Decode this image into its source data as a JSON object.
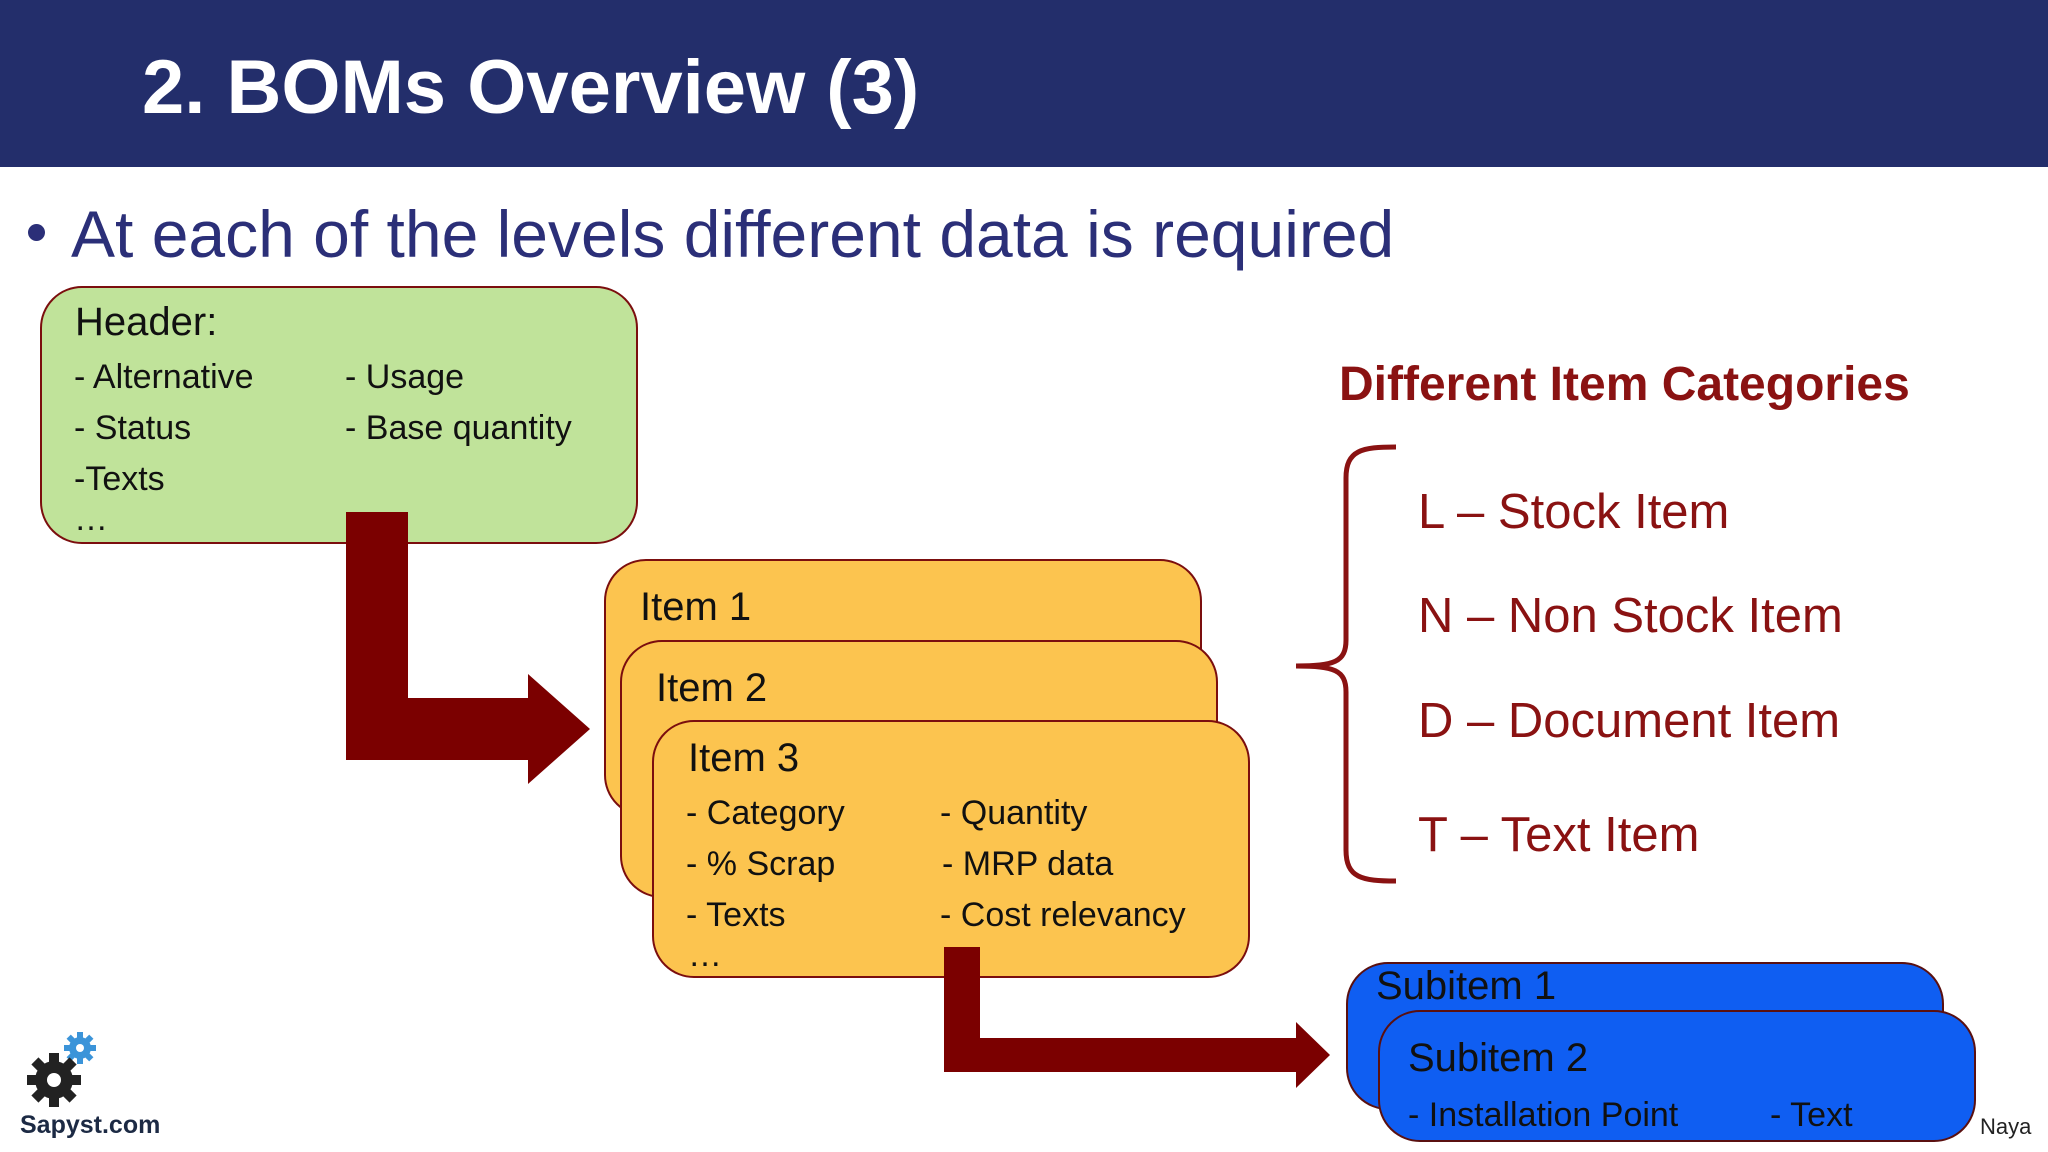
{
  "slide": {
    "title": "2. BOMs Overview (3)",
    "bullet": "At each of the levels different data is required"
  },
  "header_box": {
    "title": "Header:",
    "left_fields": [
      "- Alternative",
      "- Status",
      "-Texts"
    ],
    "right_fields": [
      "- Usage",
      "- Base quantity"
    ],
    "ellipsis": "…"
  },
  "items": {
    "item1_title": "Item 1",
    "item2_title": "Item 2",
    "item3_title": "Item 3",
    "left_fields": [
      "- Category",
      "- % Scrap",
      "- Texts"
    ],
    "right_fields": [
      "- Quantity",
      "- MRP data",
      "- Cost relevancy"
    ],
    "ellipsis": "…"
  },
  "categories": {
    "title": "Different Item Categories",
    "list": [
      "L – Stock Item",
      "N – Non Stock Item",
      "D – Document Item",
      "T – Text Item"
    ]
  },
  "subitems": {
    "subitem1_title": "Subitem 1",
    "subitem2_title": "Subitem 2",
    "fields": [
      "- Installation Point",
      "- Text"
    ]
  },
  "footer": {
    "logo_text": "Sapyst.com",
    "author": "Naya"
  },
  "colors": {
    "title_bar": "#232e6b",
    "header_box": "#c0e39a",
    "item_box": "#fcc44f",
    "subitem_box": "#0f5ef2",
    "arrow": "#7b0000",
    "category_text": "#8a1212"
  },
  "icons": [
    "gear-logo-icon",
    "arrow-down-right-icon",
    "curly-brace-icon"
  ]
}
